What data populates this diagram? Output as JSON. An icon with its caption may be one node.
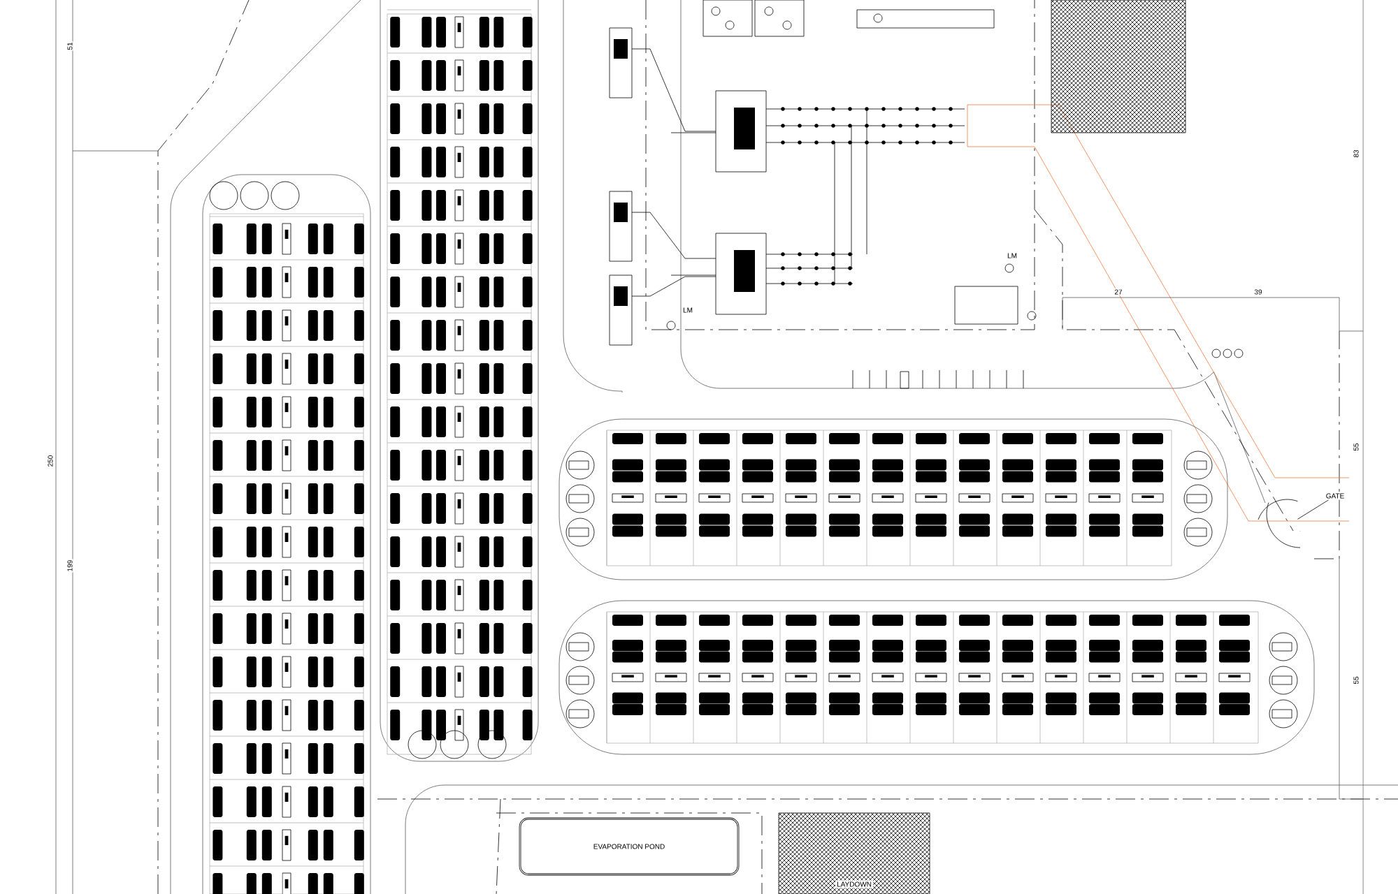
{
  "diagram": {
    "nodes": [
      {
        "text": [
          "EVAPORATION POND"
        ]
      },
      {
        "text": [
          "LAYDOWN"
        ]
      },
      {
        "text": [
          "GATE"
        ]
      },
      {
        "text": [],
        "shape": "picture"
      }
    ],
    "edges": [
      {
        "from": 2,
        "to": 3,
        "arrow": "none"
      }
    ],
    "labels": [
      "51",
      "83",
      "LM",
      "27",
      "39",
      "LM",
      "55",
      "250",
      "199",
      "55"
    ]
  }
}
